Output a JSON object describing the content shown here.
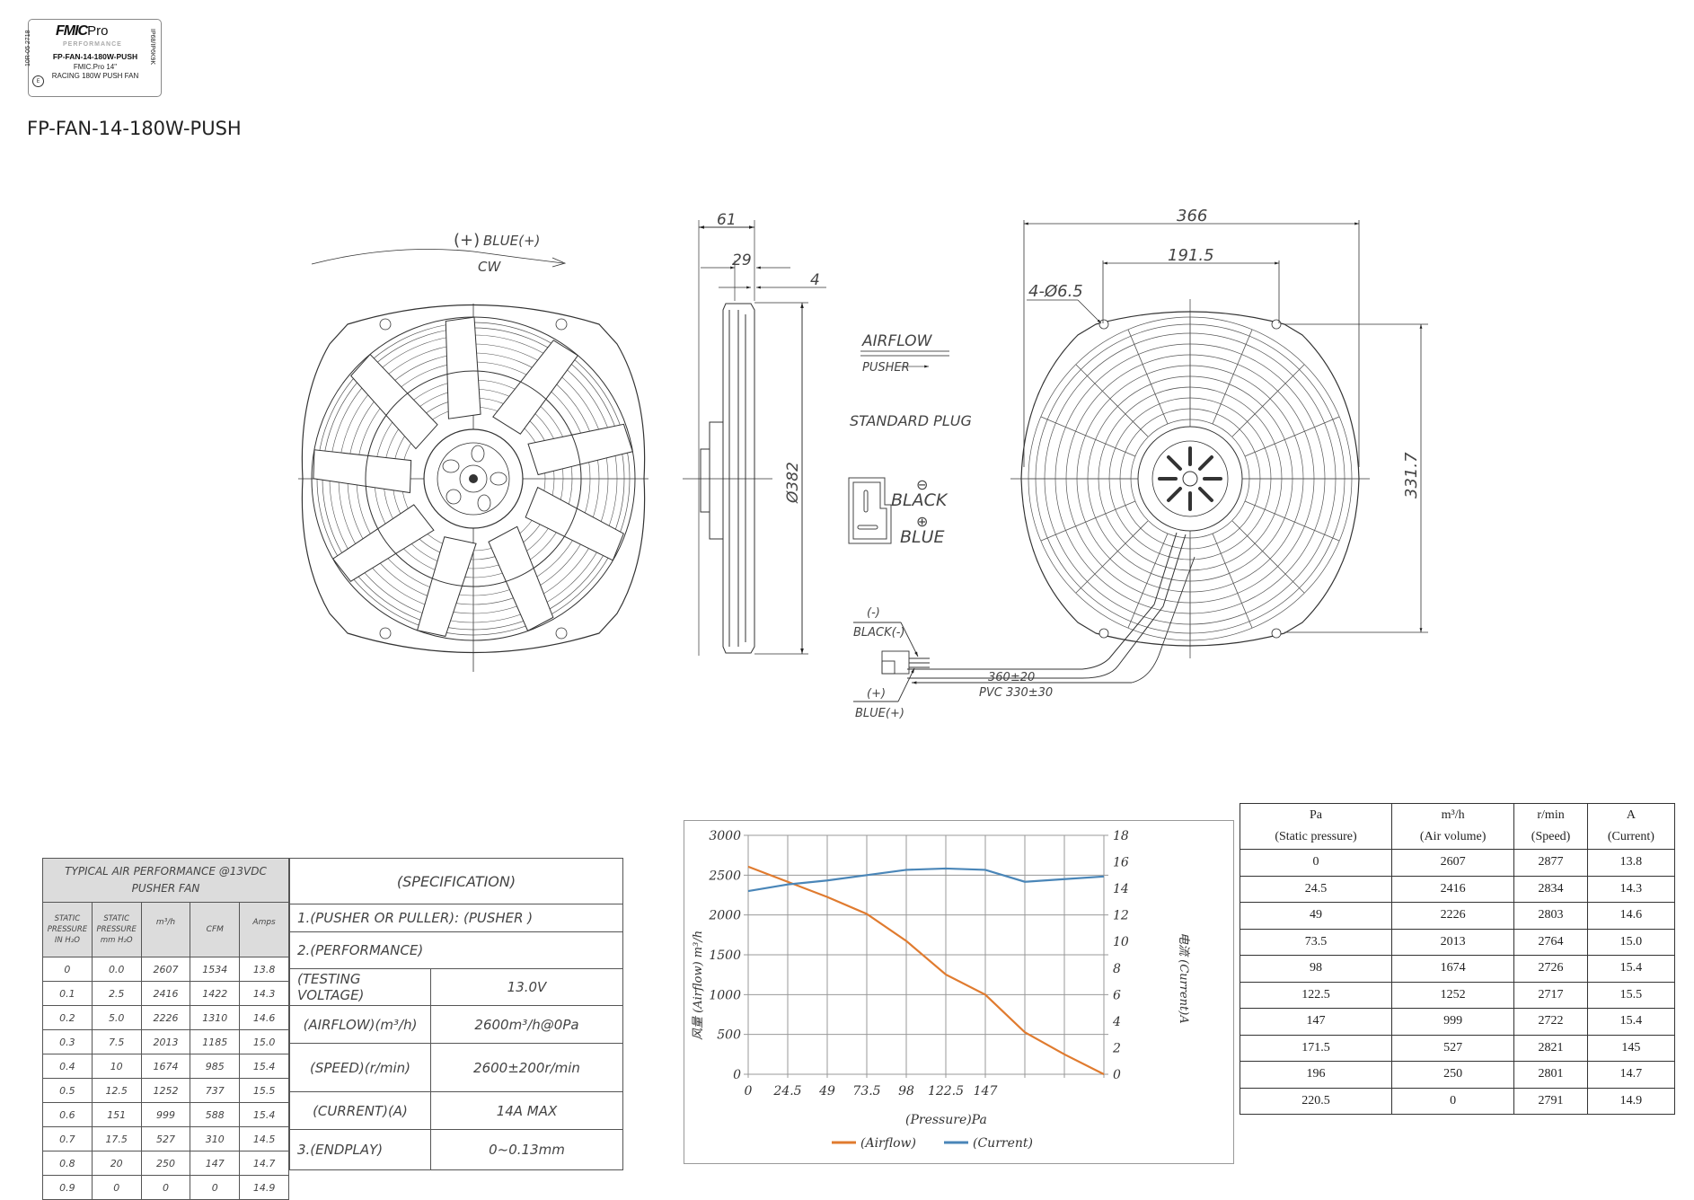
{
  "label": {
    "brand": "FMIC",
    "brand_suffix": "Pro",
    "subbrand": "PERFORMANCE",
    "model": "FP-FAN-14-180W-PUSH",
    "line1": "FMIC.Pro 14\"",
    "line2": "RACING 180W PUSH FAN",
    "side_left": "10R-05 2718",
    "side_right": "IP68/IP6K9K",
    "cert_icon": "e-mark-icon"
  },
  "document": {
    "title": "FP-FAN-14-180W-PUSH"
  },
  "drawing": {
    "front_view": {
      "rotation_label_polarity": "(+)",
      "rotation_label_wire": "BLUE(+)",
      "rotation_direction": "CW"
    },
    "side_view": {
      "dim_depth": "61",
      "dim_hub": "29",
      "dim_offset": "4",
      "dim_diameter": "Ø382"
    },
    "annotations": {
      "airflow_title": "AIRFLOW",
      "airflow_direction": "PUSHER",
      "plug_title": "STANDARD PLUG",
      "plug_minus_symbol": "⊖",
      "plug_minus_label": "BLACK",
      "plug_plus_symbol": "⊕",
      "plug_plus_label": "BLUE"
    },
    "rear_view": {
      "dim_width": "366",
      "dim_mount_spacing": "191.5",
      "dim_holes": "4-Ø6.5",
      "dim_height": "331.7"
    },
    "wiring": {
      "neg_symbol": "(-)",
      "neg_label": "BLACK(-)",
      "pos_symbol": "(+)",
      "pos_label": "BLUE(+)",
      "lead_length": "360±20",
      "pvc_length": "PVC  330±30"
    }
  },
  "performance_table": {
    "title_line1": "TYPICAL AIR PERFORMANCE @13VDC",
    "title_line2": "PUSHER FAN",
    "headers": [
      "STATIC PRESSURE IN H₂O",
      "STATIC PRESSURE mm H₂O",
      "m³/h",
      "CFM",
      "Amps"
    ],
    "rows": [
      [
        "0",
        "0.0",
        "2607",
        "1534",
        "13.8"
      ],
      [
        "0.1",
        "2.5",
        "2416",
        "1422",
        "14.3"
      ],
      [
        "0.2",
        "5.0",
        "2226",
        "1310",
        "14.6"
      ],
      [
        "0.3",
        "7.5",
        "2013",
        "1185",
        "15.0"
      ],
      [
        "0.4",
        "10",
        "1674",
        "985",
        "15.4"
      ],
      [
        "0.5",
        "12.5",
        "1252",
        "737",
        "15.5"
      ],
      [
        "0.6",
        "151",
        "999",
        "588",
        "15.4"
      ],
      [
        "0.7",
        "17.5",
        "527",
        "310",
        "14.5"
      ],
      [
        "0.8",
        "20",
        "250",
        "147",
        "14.7"
      ],
      [
        "0.9",
        "0",
        "0",
        "0",
        "14.9"
      ]
    ]
  },
  "spec_table": {
    "title": "(SPECIFICATION)",
    "item1": "1.(PUSHER OR PULLER): (PUSHER )",
    "item2": "2.(PERFORMANCE)",
    "rows": [
      {
        "label": "(TESTING VOLTAGE)",
        "value": "13.0V"
      },
      {
        "label": "(AIRFLOW)(m³/h)",
        "value": "2600m³/h@0Pa"
      },
      {
        "label": "(SPEED)(r/min)",
        "value": "2600±200r/min"
      },
      {
        "label": "(CURRENT)(A)",
        "value": "14A MAX"
      }
    ],
    "item3_label": "3.(ENDPLAY)",
    "item3_value": "0~0.13mm"
  },
  "chart_data": {
    "type": "line",
    "title": "",
    "xlabel": "(Pressure)Pa",
    "ylabel": "风量 (Airflow) m³/h",
    "y2label": "电流 (Current)A",
    "x": [
      0,
      24.5,
      49,
      73.5,
      98,
      122.5,
      147,
      171.5,
      196,
      220.5
    ],
    "x_tick_labels": [
      "0",
      "24.5",
      "49",
      "73.5",
      "98",
      "122.5",
      "147"
    ],
    "ylim": [
      0,
      3000
    ],
    "y_ticks": [
      "0",
      "500",
      "1000",
      "1500",
      "2000",
      "2500",
      "3000"
    ],
    "y2lim": [
      0,
      18
    ],
    "y2_ticks": [
      "0",
      "2",
      "4",
      "6",
      "8",
      "10",
      "12",
      "14",
      "16",
      "18"
    ],
    "grid": true,
    "legend_position": "bottom",
    "series": [
      {
        "name": "(Airflow)",
        "axis": "left",
        "color": "#e07b2f",
        "values": [
          2607,
          2416,
          2226,
          2013,
          1674,
          1252,
          999,
          527,
          250,
          0
        ]
      },
      {
        "name": "(Current)",
        "axis": "right",
        "color": "#4a86b8",
        "values": [
          13.8,
          14.3,
          14.6,
          15.0,
          15.4,
          15.5,
          15.4,
          14.5,
          14.7,
          14.9
        ]
      }
    ]
  },
  "data_table": {
    "headers": [
      {
        "unit": "Pa",
        "name": "(Static pressure)"
      },
      {
        "unit": "m³/h",
        "name": "(Air volume)"
      },
      {
        "unit": "r/min",
        "name": "(Speed)"
      },
      {
        "unit": "A",
        "name": "(Current)"
      }
    ],
    "rows": [
      [
        "0",
        "2607",
        "2877",
        "13.8"
      ],
      [
        "24.5",
        "2416",
        "2834",
        "14.3"
      ],
      [
        "49",
        "2226",
        "2803",
        "14.6"
      ],
      [
        "73.5",
        "2013",
        "2764",
        "15.0"
      ],
      [
        "98",
        "1674",
        "2726",
        "15.4"
      ],
      [
        "122.5",
        "1252",
        "2717",
        "15.5"
      ],
      [
        "147",
        "999",
        "2722",
        "15.4"
      ],
      [
        "171.5",
        "527",
        "2821",
        "145"
      ],
      [
        "196",
        "250",
        "2801",
        "14.7"
      ],
      [
        "220.5",
        "0",
        "2791",
        "14.9"
      ]
    ]
  }
}
